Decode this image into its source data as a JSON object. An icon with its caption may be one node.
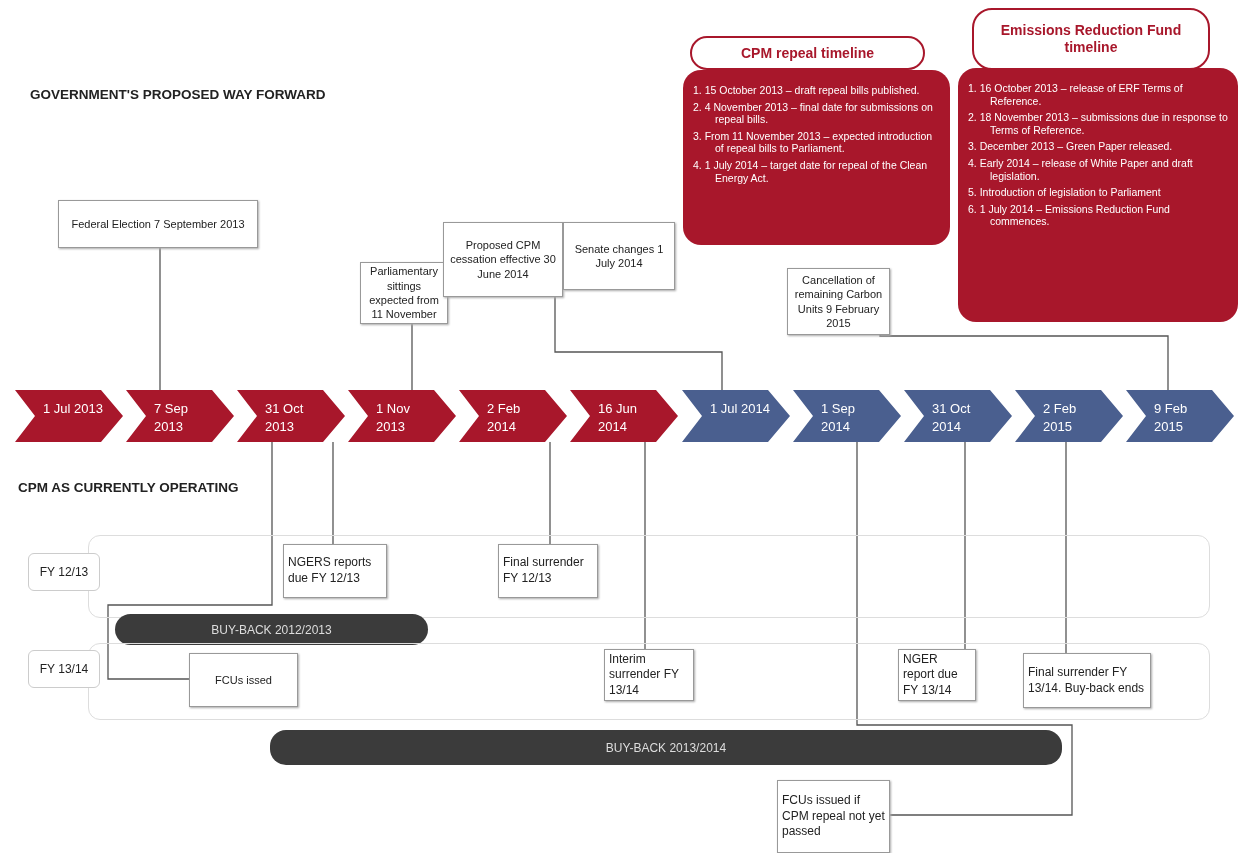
{
  "diagram": {
    "nodes": [
      {
        "text": [
          "Federal Election 7 September 2013"
        ]
      },
      {
        "text": [
          "Parliamentary sittings expected from 11 November"
        ]
      },
      {
        "text": [
          "Proposed CPM cessation effective 30 June 2014"
        ]
      },
      {
        "text": [
          "Senate changes 1 July 2014"
        ]
      },
      {
        "text": [
          "CPM repeal timeline",
          "1. 15 October 2013 – draft repeal bills published.",
          "2. 4 November 2013 – final date for submissions on repeal bills.",
          "3. From 11 November 2013 – expected introduction of repeal bills to Parliament.",
          "4. 1 July 2014 – target date for repeal of the Clean Energy Act."
        ]
      },
      {
        "text": [
          "Emissions Reduction Fund timeline",
          "1. 16 October 2013 – release of ERF Terms of Reference.",
          "2. 18 November 2013 – submissions due in response to Terms of Reference.",
          "3. December 2013 – Green Paper released.",
          "4. Early 2014 – release of White Paper and draft legislation.",
          "5. Introduction of legislation to Parliament",
          "6. 1 July 2014 – Emissions Reduction Fund commences."
        ]
      },
      {
        "text": [
          "Cancellation of remaining Carbon Units 9 February 2015"
        ]
      },
      {
        "text": [
          "1 Jul 2013"
        ]
      },
      {
        "text": [
          "7 Sep 2013"
        ]
      },
      {
        "text": [
          "31 Oct 2013"
        ]
      },
      {
        "text": [
          "1 Nov 2013"
        ]
      },
      {
        "text": [
          "2 Feb 2014"
        ]
      },
      {
        "text": [
          "16 Jun 2014"
        ]
      },
      {
        "text": [
          "1 Jul 2014"
        ]
      },
      {
        "text": [
          "1 Sep 2014"
        ]
      },
      {
        "text": [
          "31 Oct 2014"
        ]
      },
      {
        "text": [
          "2 Feb 2015"
        ]
      },
      {
        "text": [
          "9 Feb 2015"
        ]
      },
      {
        "text": [
          "FY 12/13"
        ]
      },
      {
        "text": [
          "NGERS reports due FY 12/13"
        ],
        "in": 18
      },
      {
        "text": [
          "Final surrender FY 12/13"
        ],
        "in": 18
      },
      {
        "text": [
          "BUY-BACK 2012/2013"
        ]
      },
      {
        "text": [
          "FY 13/14"
        ]
      },
      {
        "text": [
          "FCUs issed"
        ],
        "in": 22
      },
      {
        "text": [
          "Interim surrender FY 13/14"
        ],
        "in": 22
      },
      {
        "text": [
          "NGER report due FY 13/14"
        ],
        "in": 22
      },
      {
        "text": [
          "Final surrender FY 13/14. Buy-back ends"
        ],
        "in": 22
      },
      {
        "text": [
          "BUY-BACK 2013/2014"
        ]
      },
      {
        "text": [
          "FCUs issued if CPM repeal not yet passed"
        ]
      }
    ],
    "edges": [
      {
        "from": 0,
        "to": 8,
        "arrow": "none"
      },
      {
        "from": 1,
        "to": 10,
        "arrow": "none"
      },
      {
        "from": 2,
        "to": 13,
        "arrow": "none"
      },
      {
        "from": 6,
        "to": 17,
        "arrow": "none"
      },
      {
        "from": 9,
        "to": 19,
        "arrow": "none"
      },
      {
        "from": 9,
        "to": 23,
        "arrow": "none"
      },
      {
        "from": 11,
        "to": 20,
        "arrow": "none"
      },
      {
        "from": 12,
        "to": 24,
        "arrow": "none"
      },
      {
        "from": 14,
        "to": 28,
        "arrow": "none"
      },
      {
        "from": 15,
        "to": 25,
        "arrow": "none"
      },
      {
        "from": 16,
        "to": 26,
        "arrow": "none"
      }
    ],
    "labels": [
      "GOVERNMENT'S PROPOSED WAY FORWARD",
      "CPM AS CURRENTLY OPERATING"
    ]
  }
}
